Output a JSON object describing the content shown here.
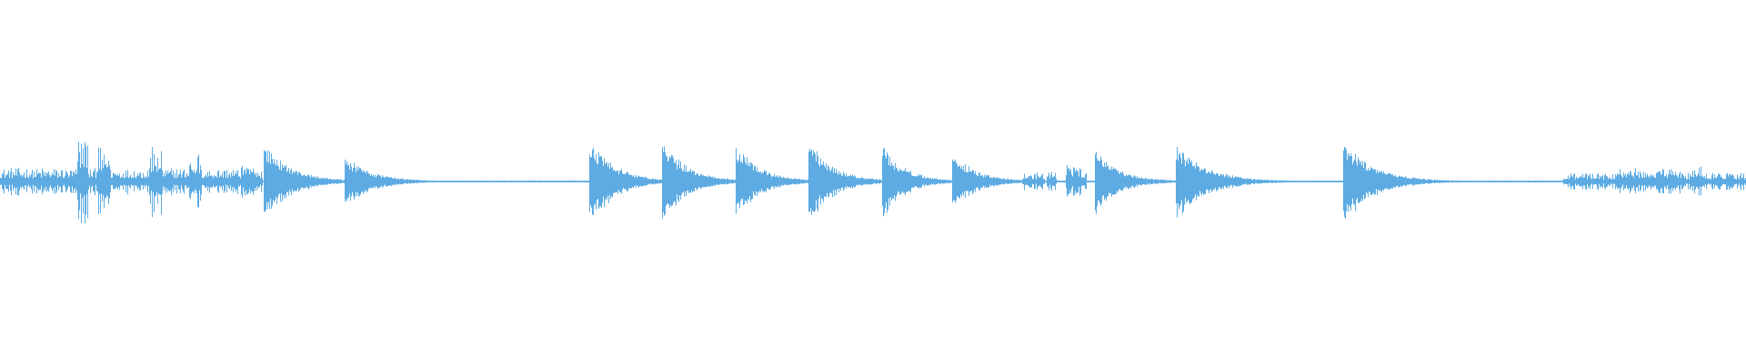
{
  "colors": {
    "background": "#ffffff",
    "waveform": "#5dabe2"
  },
  "waveform": {
    "segments": [
      {
        "type": "noise",
        "from": 0.0,
        "to": 0.15,
        "level": 0.08
      },
      {
        "type": "noise",
        "from": 0.044,
        "to": 0.05,
        "level": 0.28
      },
      {
        "type": "noise",
        "from": 0.055,
        "to": 0.063,
        "level": 0.22
      },
      {
        "type": "noise",
        "from": 0.085,
        "to": 0.093,
        "level": 0.2
      },
      {
        "type": "noise",
        "from": 0.108,
        "to": 0.115,
        "level": 0.18
      },
      {
        "type": "noise",
        "from": 0.138,
        "to": 0.146,
        "level": 0.1
      },
      {
        "type": "hit",
        "at": 0.151,
        "level": 0.22,
        "decay": 0.045
      },
      {
        "type": "hit",
        "at": 0.197,
        "level": 0.15,
        "decay": 0.045
      },
      {
        "type": "hit",
        "at": 0.337,
        "level": 0.28,
        "decay": 0.04
      },
      {
        "type": "hit",
        "at": 0.379,
        "level": 0.25,
        "decay": 0.04
      },
      {
        "type": "hit",
        "at": 0.421,
        "level": 0.22,
        "decay": 0.04
      },
      {
        "type": "hit",
        "at": 0.463,
        "level": 0.24,
        "decay": 0.04
      },
      {
        "type": "hit",
        "at": 0.505,
        "level": 0.23,
        "decay": 0.036
      },
      {
        "type": "hit",
        "at": 0.545,
        "level": 0.18,
        "decay": 0.038
      },
      {
        "type": "noise",
        "from": 0.585,
        "to": 0.598,
        "level": 0.05
      },
      {
        "type": "noise",
        "from": 0.599,
        "to": 0.605,
        "level": 0.07
      },
      {
        "type": "noise",
        "from": 0.61,
        "to": 0.622,
        "level": 0.09
      },
      {
        "type": "hit",
        "at": 0.627,
        "level": 0.19,
        "decay": 0.04
      },
      {
        "type": "hit",
        "at": 0.673,
        "level": 0.23,
        "decay": 0.05
      },
      {
        "type": "hit",
        "at": 0.769,
        "level": 0.24,
        "decay": 0.05
      },
      {
        "type": "noise",
        "from": 0.895,
        "to": 1.0,
        "level": 0.05
      },
      {
        "type": "noise",
        "from": 0.925,
        "to": 0.965,
        "level": 0.08
      },
      {
        "type": "noise",
        "from": 0.968,
        "to": 0.976,
        "level": 0.09
      }
    ]
  }
}
